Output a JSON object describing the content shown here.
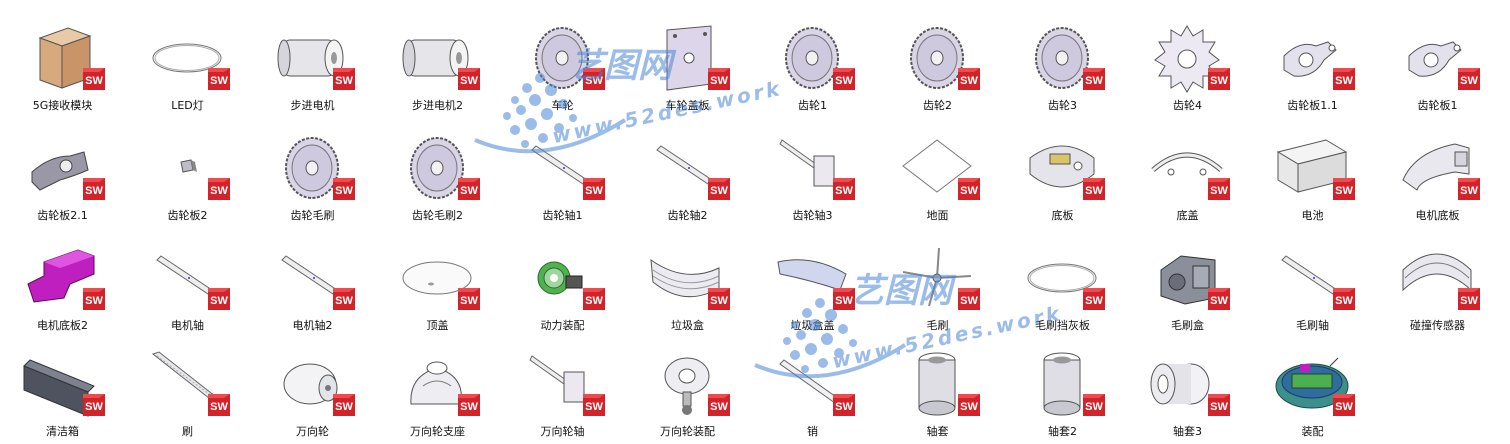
{
  "brand_badge_text": "SW",
  "watermark": {
    "title": "艺图网",
    "url": "www.52des.work"
  },
  "colors": {
    "sw_red": "#d2232a",
    "watermark_blue": "#4a86d8",
    "magenta": "#c01fc0",
    "face_gray": "#e6e6ea",
    "edge": "#555555"
  },
  "files": [
    {
      "label": "5G接收模块",
      "icon": "box-3d"
    },
    {
      "label": "LED灯",
      "icon": "ring-flat"
    },
    {
      "label": "步进电机",
      "icon": "motor"
    },
    {
      "label": "步进电机2",
      "icon": "motor"
    },
    {
      "label": "车轮",
      "icon": "gear"
    },
    {
      "label": "车轮盖板",
      "icon": "plate"
    },
    {
      "label": "齿轮1",
      "icon": "gear"
    },
    {
      "label": "齿轮2",
      "icon": "gear"
    },
    {
      "label": "齿轮3",
      "icon": "gear"
    },
    {
      "label": "齿轮4",
      "icon": "gear-teeth"
    },
    {
      "label": "齿轮板1.1",
      "icon": "bracket"
    },
    {
      "label": "齿轮板1",
      "icon": "bracket"
    },
    {
      "label": "齿轮板2.1",
      "icon": "bracket-dark"
    },
    {
      "label": "齿轮板2",
      "icon": "small-part"
    },
    {
      "label": "齿轮毛刷",
      "icon": "gear"
    },
    {
      "label": "齿轮毛刷2",
      "icon": "gear"
    },
    {
      "label": "齿轮轴1",
      "icon": "shaft"
    },
    {
      "label": "齿轮轴2",
      "icon": "shaft"
    },
    {
      "label": "齿轮轴3",
      "icon": "shaft-plate"
    },
    {
      "label": "地面",
      "icon": "plane"
    },
    {
      "label": "底板",
      "icon": "base"
    },
    {
      "label": "底盖",
      "icon": "ring-half"
    },
    {
      "label": "电池",
      "icon": "battery"
    },
    {
      "label": "电机底板",
      "icon": "curved-plate"
    },
    {
      "label": "电机底板2",
      "icon": "magenta-part"
    },
    {
      "label": "电机轴",
      "icon": "shaft"
    },
    {
      "label": "电机轴2",
      "icon": "shaft"
    },
    {
      "label": "顶盖",
      "icon": "disc"
    },
    {
      "label": "动力装配",
      "icon": "assembly-green"
    },
    {
      "label": "垃圾盒",
      "icon": "bin"
    },
    {
      "label": "垃圾盒盖",
      "icon": "lid"
    },
    {
      "label": "毛刷",
      "icon": "brush"
    },
    {
      "label": "毛刷挡灰板",
      "icon": "ring-flat"
    },
    {
      "label": "毛刷盒",
      "icon": "housing"
    },
    {
      "label": "毛刷轴",
      "icon": "shaft"
    },
    {
      "label": "碰撞传感器",
      "icon": "bumper"
    },
    {
      "label": "清洁箱",
      "icon": "dark-box"
    },
    {
      "label": "刷",
      "icon": "rod-brush"
    },
    {
      "label": "万向轮",
      "icon": "wheel"
    },
    {
      "label": "万向轮支座",
      "icon": "caster-mount"
    },
    {
      "label": "万向轮轴",
      "icon": "shaft-plate"
    },
    {
      "label": "万向轮装配",
      "icon": "caster"
    },
    {
      "label": "销",
      "icon": "pin"
    },
    {
      "label": "轴套",
      "icon": "sleeve"
    },
    {
      "label": "轴套2",
      "icon": "sleeve"
    },
    {
      "label": "轴套3",
      "icon": "sleeve-short"
    },
    {
      "label": "装配",
      "icon": "robot-assembly"
    }
  ]
}
